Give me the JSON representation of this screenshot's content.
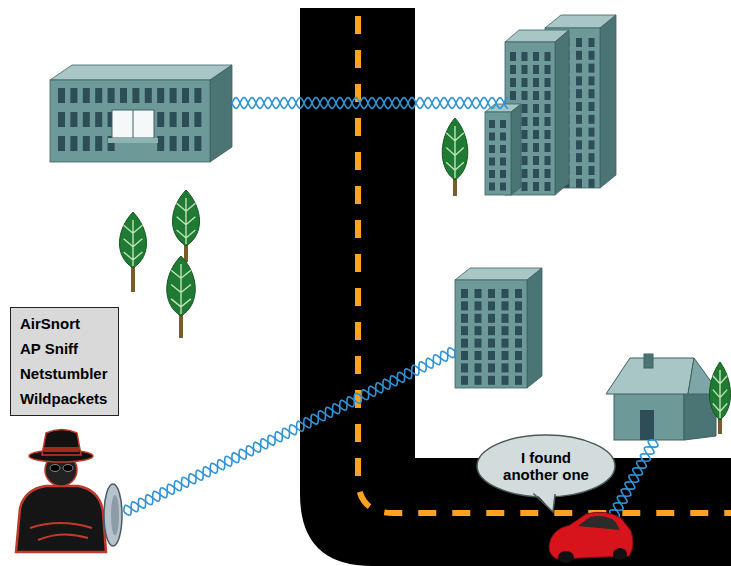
{
  "diagram": {
    "nodes": [
      {
        "text": [
          "AirSnort",
          "AP Sniff",
          "Netstumbler",
          "Wildpackets"
        ]
      },
      {
        "text": [
          "I found another one"
        ]
      }
    ]
  }
}
